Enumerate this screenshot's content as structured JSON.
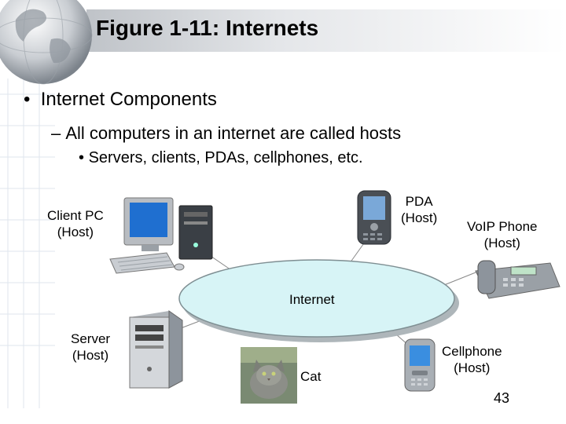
{
  "slide": {
    "title": "Figure 1-11: Internets",
    "bullet_1": "Internet Components",
    "bullet_1_marker": "•",
    "bullet_2": "All computers in an internet are called hosts",
    "bullet_2_marker": "–",
    "bullet_3": "Servers, clients, PDAs, cellphones, etc.",
    "bullet_3_marker": "•",
    "page_number": "43"
  },
  "diagram": {
    "cloud_label": "Internet",
    "nodes": {
      "client_pc": {
        "line1": "Client PC",
        "line2": "(Host)"
      },
      "pda": {
        "line1": "PDA",
        "line2": "(Host)"
      },
      "voip": {
        "line1": "VoIP Phone",
        "line2": "(Host)"
      },
      "server": {
        "line1": "Server",
        "line2": "(Host)"
      },
      "cellphone": {
        "line1": "Cellphone",
        "line2": "(Host)"
      },
      "cat": {
        "line1": "Cat"
      }
    }
  },
  "colors": {
    "cloud_fill": "#d7f4f6",
    "cloud_stroke": "#7f8f93",
    "screen": "#1f6fd0",
    "device_gray": "#9aa0a6"
  }
}
